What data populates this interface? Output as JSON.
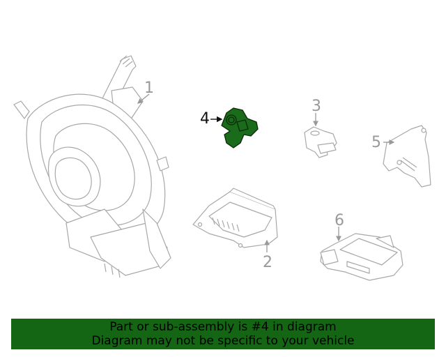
{
  "diagram": {
    "colors": {
      "line": "#a0a0a0",
      "highlight_fill": "#1a6b1a",
      "highlight_stroke": "#0a2a0a",
      "banner_bg": "#146614",
      "banner_text": "#000000"
    },
    "callouts": [
      {
        "number": "1",
        "part": "clock-spring",
        "highlighted": false
      },
      {
        "number": "2",
        "part": "airbag-control-module",
        "highlighted": false
      },
      {
        "number": "3",
        "part": "impact-sensor",
        "highlighted": false
      },
      {
        "number": "4",
        "part": "impact-sensor",
        "highlighted": true
      },
      {
        "number": "5",
        "part": "sensor-bracket",
        "highlighted": false
      },
      {
        "number": "6",
        "part": "occupant-sensor-module",
        "highlighted": false
      }
    ]
  },
  "banner": {
    "line1": "Part or sub-assembly is #4 in diagram",
    "line2": "Diagram may not be specific to your vehicle"
  }
}
